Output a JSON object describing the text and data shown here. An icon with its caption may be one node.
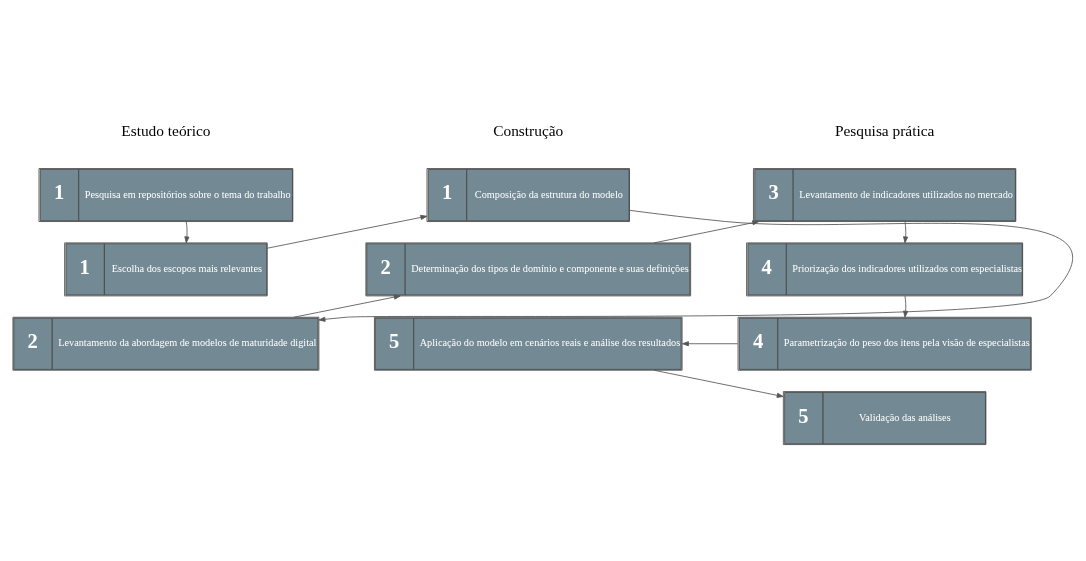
{
  "diagram": {
    "nodes": [
      {
        "text": [
          "1",
          "Pesquisa em repositórios sobre o tema do trabalho"
        ]
      },
      {
        "text": [
          "1",
          "Escolha dos escopos mais relevantes"
        ]
      },
      {
        "text": [
          "2",
          "Levantamento da abordagem de modelos de maturidade digital"
        ]
      },
      {
        "text": [
          "1",
          "Composição da estrutura do modelo"
        ]
      },
      {
        "text": [
          "2",
          "Determinação dos tipos de domínio e componente e suas definições"
        ]
      },
      {
        "text": [
          "5",
          "Aplicação do modelo em cenários reais e análise dos resultados"
        ]
      },
      {
        "text": [
          "3",
          "Levantamento de indicadores utilizados no mercado"
        ]
      },
      {
        "text": [
          "4",
          "Priorização dos indicadores utilizados com especialistas"
        ]
      },
      {
        "text": [
          "4",
          "Parametrização do peso dos itens pela visão de especialistas"
        ]
      },
      {
        "text": [
          "5",
          "Validação das análises"
        ]
      }
    ],
    "edges": [
      {
        "from": 0,
        "to": 1,
        "arrow": "to"
      },
      {
        "from": 1,
        "to": 3,
        "arrow": "to"
      },
      {
        "from": 3,
        "to": 2,
        "arrow": "to"
      },
      {
        "from": 2,
        "to": 4,
        "arrow": "to"
      },
      {
        "from": 4,
        "to": 6,
        "arrow": "to"
      },
      {
        "from": 6,
        "to": 7,
        "arrow": "to"
      },
      {
        "from": 7,
        "to": 8,
        "arrow": "to"
      },
      {
        "from": 8,
        "to": 5,
        "arrow": "to"
      },
      {
        "from": 5,
        "to": 9,
        "arrow": "to"
      }
    ],
    "labels": [
      "Estudo teórico",
      "Construção",
      "Pesquisa prática"
    ]
  }
}
